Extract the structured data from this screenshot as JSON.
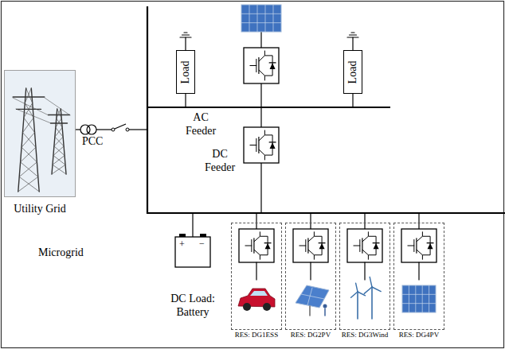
{
  "diagram": {
    "nodes": [
      {
        "text": [
          "Utility Grid"
        ]
      },
      {
        "text": [
          "Load"
        ]
      },
      {
        "text": [
          "Load"
        ]
      },
      {
        "text": [
          "RES: DG1ESS"
        ]
      },
      {
        "text": [
          "RES: DG2PV"
        ]
      },
      {
        "text": [
          "RES: DG3Wind"
        ]
      },
      {
        "text": [
          "RES: DG4PV"
        ]
      }
    ],
    "labels": [
      "AC Feeder",
      "DC Feeder",
      "PCC",
      "Microgrid",
      "DC Load: Battery",
      "+",
      "−"
    ]
  }
}
